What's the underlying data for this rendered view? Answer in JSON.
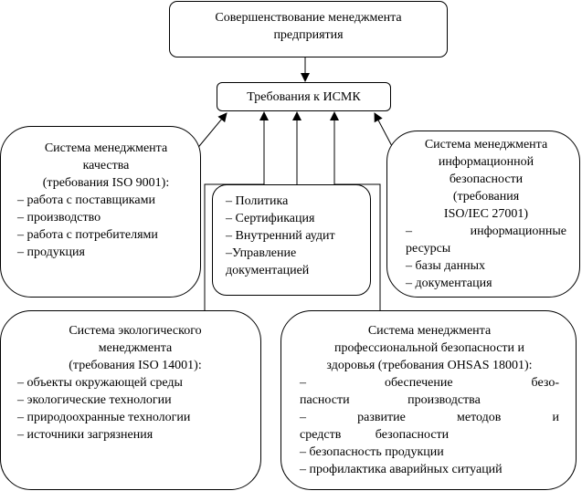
{
  "top": {
    "title": "Совершенствование менеджмента предприятия"
  },
  "center": {
    "title": "Требования к ИСМК"
  },
  "quality": {
    "title_lines": [
      "Система менеджмента",
      "качества",
      "(требования ISO 9001):"
    ],
    "items": [
      "– работа с поставщиками",
      "– производство",
      "– работа с потребителями",
      "– продукция"
    ]
  },
  "common": {
    "items": [
      "– Политика",
      "– Сертификация",
      "– Внутренний аудит",
      "–Управление документацией"
    ]
  },
  "infosec": {
    "title_lines": [
      "Система менеджмента",
      "информационной",
      "безопасности",
      "(требования",
      "ISO/IEC 27001)"
    ],
    "items": [
      "– информационные ресурсы",
      "– базы данных",
      "– документация"
    ]
  },
  "eco": {
    "title_lines": [
      "Система экологического",
      "менеджмента",
      "(требования ISO 14001):"
    ],
    "items": [
      "– объекты окружающей среды",
      "– экологические технологии",
      "– природоохранные технологии",
      "– источники загрязнения"
    ]
  },
  "ohsas": {
    "title_lines": [
      "Система менеджмента",
      "профессиональной безопасности и",
      "здоровья (требования OHSAS 18001):"
    ],
    "items": [
      "– обеспечение безо-пасности производства",
      "– развитие методов и средств безопасности",
      "– безопасность продукции",
      "– профилактика аварийных ситуаций"
    ]
  }
}
